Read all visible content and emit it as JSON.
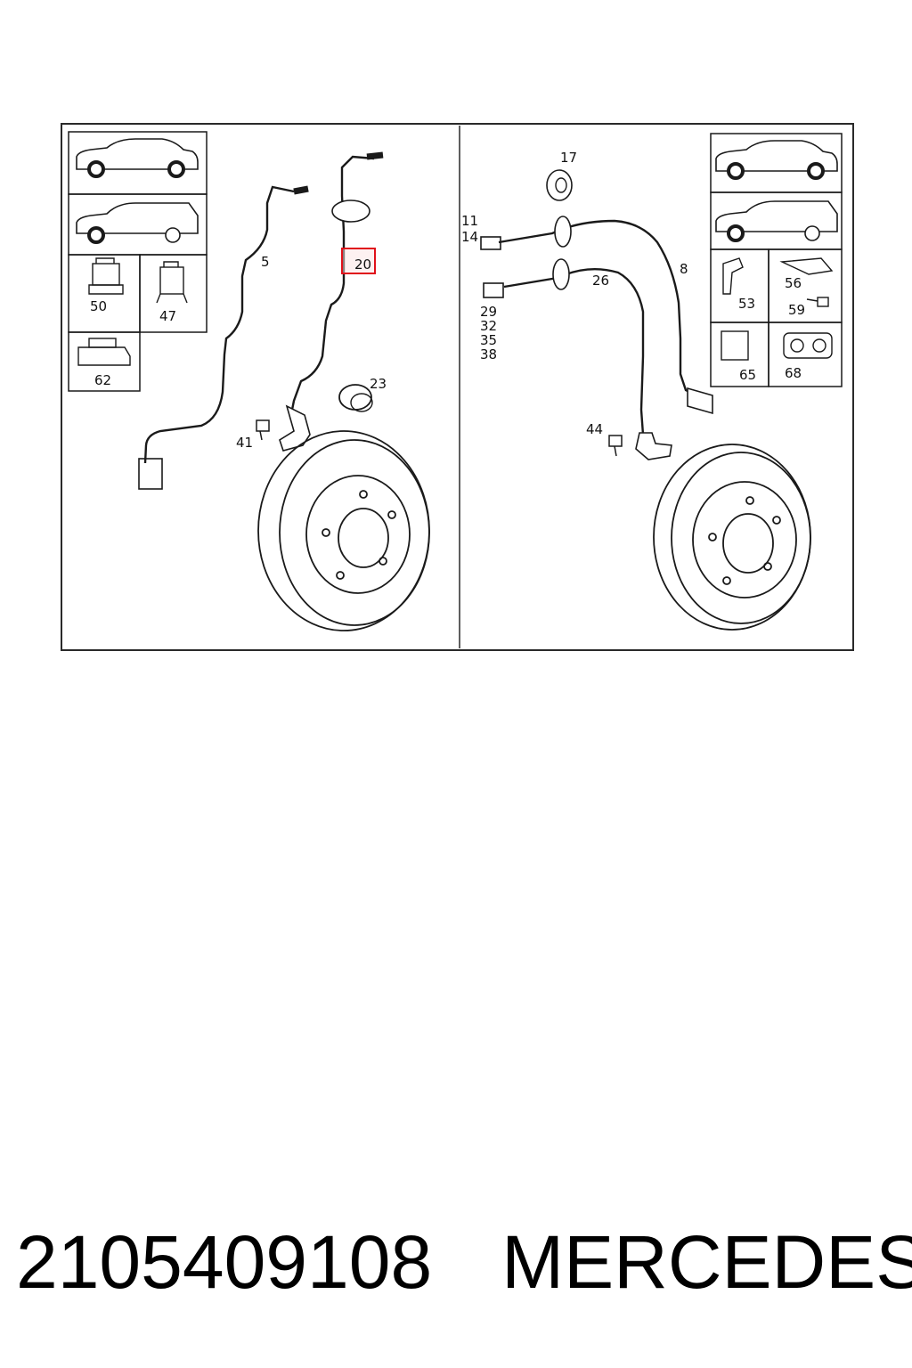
{
  "diagram": {
    "callouts": [
      "5",
      "20",
      "23",
      "41",
      "50",
      "47",
      "62",
      "17",
      "11",
      "14",
      "8",
      "26",
      "29",
      "32",
      "35",
      "38",
      "44",
      "53",
      "56",
      "59",
      "65",
      "68"
    ],
    "highlighted_callout": "20",
    "highlight_color": "#e0101a",
    "line_color": "#1a1a1a",
    "frame_color": "#2a2a2a",
    "icons": [
      "sedan-icon",
      "wagon-icon",
      "clip-icon",
      "bracket-icon",
      "holder-icon",
      "grommet-icon",
      "connector-icon",
      "bolt-icon",
      "brake-disc-icon",
      "abs-sensor-icon"
    ]
  },
  "caption": {
    "part_number": "2105409108",
    "brand": "MERCEDES"
  }
}
